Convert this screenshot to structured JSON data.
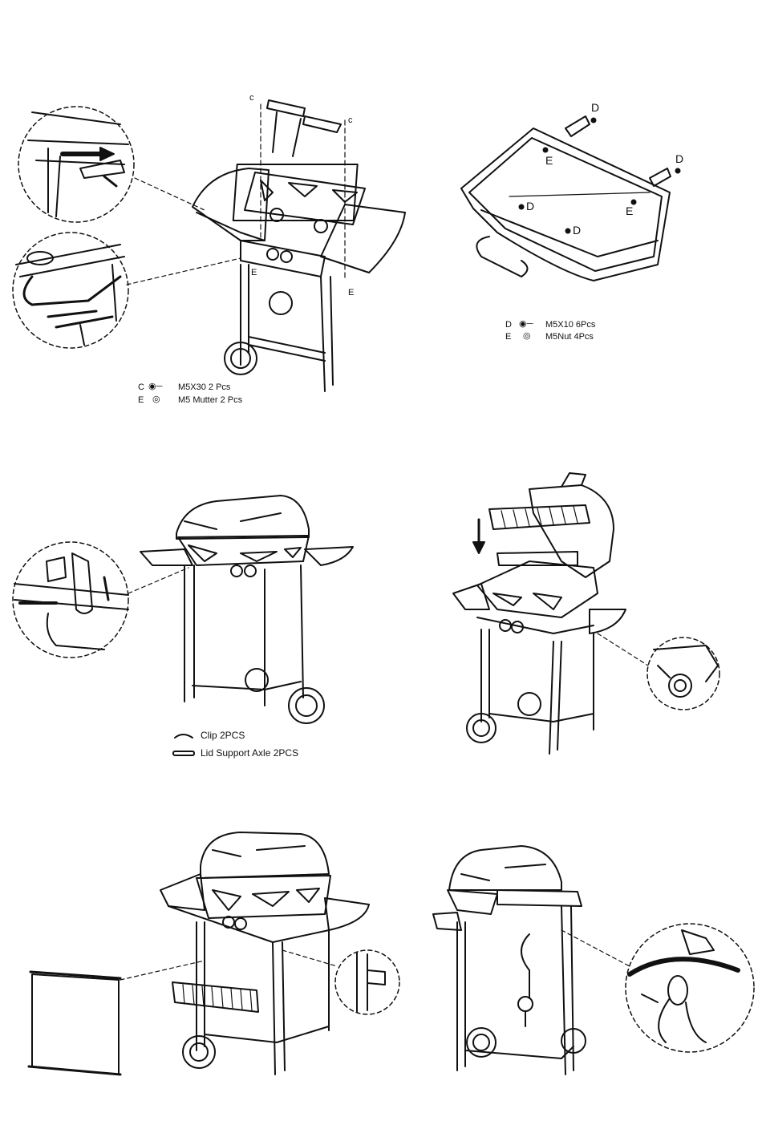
{
  "step1": {
    "callouts": {
      "c_left": "c",
      "c_right": "c",
      "e_left": "E",
      "e_right": "E"
    },
    "parts": [
      {
        "code": "C",
        "desc": "M5X30  2 Pcs"
      },
      {
        "code": "E",
        "desc": "M5 Mutter  2 Pcs"
      }
    ]
  },
  "step2": {
    "callouts": {
      "d1": "D",
      "d2": "D",
      "d3": "D",
      "d4": "D",
      "e1": "E",
      "e2": "E"
    },
    "parts": [
      {
        "code": "D",
        "desc": "M5X10  6Pcs"
      },
      {
        "code": "E",
        "desc": "M5Nut  4Pcs"
      }
    ]
  },
  "step3": {
    "parts": [
      {
        "desc": "Clip 2PCS"
      },
      {
        "desc": "Lid Support Axle 2PCS"
      }
    ]
  }
}
